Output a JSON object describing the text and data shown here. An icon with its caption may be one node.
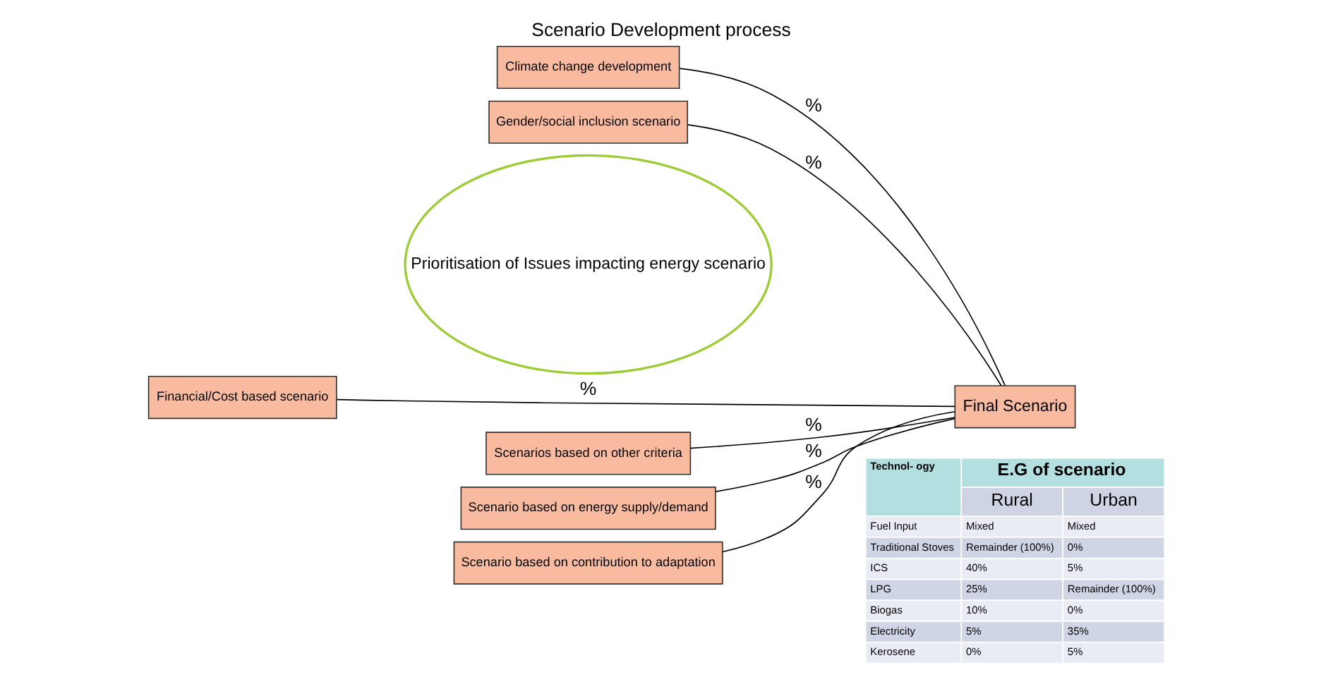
{
  "diagram": {
    "title": "Scenario Development process",
    "nodes": [
      {
        "text": [
          "Climate change development"
        ]
      },
      {
        "text": [
          "Gender/social inclusion scenario"
        ]
      },
      {
        "text": [
          "Financial/Cost based scenario"
        ]
      },
      {
        "text": [
          "Scenarios based on other criteria"
        ]
      },
      {
        "text": [
          "Scenario based on energy supply/demand"
        ]
      },
      {
        "text": [
          "Scenario based on contribution to adaptation"
        ]
      },
      {
        "text": [
          "Prioritisation of Issues impacting energy scenario"
        ]
      },
      {
        "text": [
          "Final Scenario"
        ]
      }
    ],
    "edges": [
      {
        "from": 0,
        "to": 7,
        "arrow": "none",
        "label": "%"
      },
      {
        "from": 1,
        "to": 7,
        "arrow": "none",
        "label": "%"
      },
      {
        "from": 2,
        "to": 7,
        "arrow": "none",
        "label": "%"
      },
      {
        "from": 3,
        "to": 7,
        "arrow": "none",
        "label": "%"
      },
      {
        "from": 4,
        "to": 7,
        "arrow": "none",
        "label": "%"
      },
      {
        "from": 5,
        "to": 7,
        "arrow": "none",
        "label": "%"
      }
    ],
    "labels": [
      "Technol- ogy",
      "E.G of scenario",
      "Rural",
      "Urban",
      "Fuel Input",
      "Mixed",
      "Mixed",
      "Traditional Stoves",
      "Remainder (100%)",
      "0%",
      "ICS",
      "40%",
      "5%",
      "LPG",
      "25%",
      "Remainder (100%)",
      "Biogas",
      "10%",
      "0%",
      "Electricity",
      "5%",
      "35%",
      "Kerosene",
      "0%",
      "5%"
    ]
  }
}
